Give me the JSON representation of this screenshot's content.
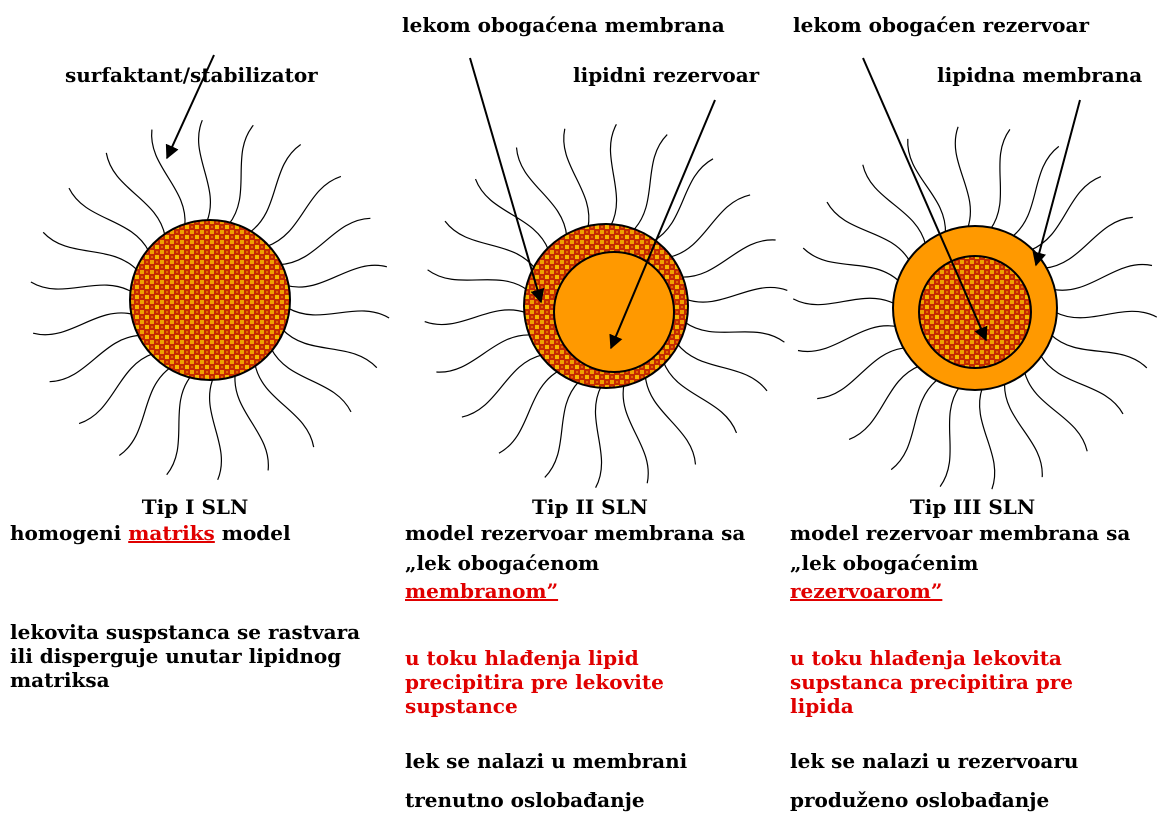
{
  "colors": {
    "matrix_red": "#c42a00",
    "matrix_yellow": "#f0a000",
    "lipid_orange": "#ff9900",
    "text_red": "#e00000"
  },
  "top_labels": {
    "surfaktant": "surfaktant/stabilizator",
    "membrane_drug": "lekom obogaćena membrana",
    "lipid_reservoir": "lipidni rezervoar",
    "reservoir_drug": "lekom obogaćen rezervoar",
    "lipid_membrane": "lipidna membrana"
  },
  "col1": {
    "title": "Tip I SLN",
    "model_pre": "homogeni ",
    "model_link": "matriks",
    "model_post": " model",
    "desc": "lekovita suspstanca se rastvara ili disperguje unutar lipidnog matriksa"
  },
  "col2": {
    "title": "Tip II SLN",
    "model_line1": "model rezervoar membrana sa",
    "model_line2": "„lek obogaćenom",
    "model_link": "membranom”",
    "red_desc": "u toku hlađenja lipid precipitira pre lekovite supstance",
    "loc": "lek se nalazi u membrani",
    "release": "trenutno oslobađanje"
  },
  "col3": {
    "title": "Tip III SLN",
    "model_line1": "model rezervoar membrana sa",
    "model_line2": "„lek obogaćenim",
    "model_link": "rezervoarom”",
    "red_desc": "u toku hlađenja lekovita supstanca precipitira pre lipida",
    "loc": "lek se nalazi u rezervoaru",
    "release": "produženo oslobađanje"
  }
}
